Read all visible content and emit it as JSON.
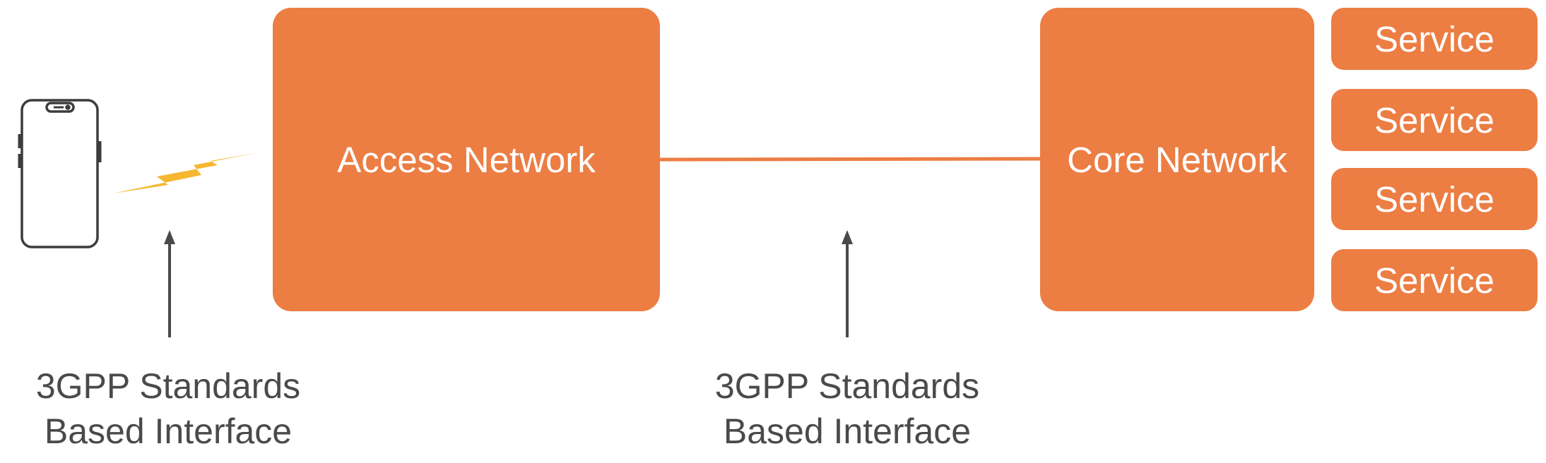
{
  "colors": {
    "box_fill": "#EC7D43",
    "link_line": "#EC7D43",
    "lightning": "#F5B731",
    "arrow": "#4a4a4a",
    "phone_stroke": "#3c3c3c",
    "text_on_box": "#ffffff",
    "caption_text": "#4a4a4a"
  },
  "nodes": {
    "access_network": "Access Network",
    "core_network": "Core Network",
    "services": [
      "Service",
      "Service",
      "Service",
      "Service"
    ]
  },
  "icons": {
    "device": "smartphone-icon",
    "radio_link": "lightning-bolt-icon",
    "pointer": "up-arrow-icon"
  },
  "captions": {
    "left": {
      "line1": "3GPP Standards",
      "line2": "Based Interface"
    },
    "middle": {
      "line1": "3GPP Standards",
      "line2": "Based Interface"
    }
  }
}
